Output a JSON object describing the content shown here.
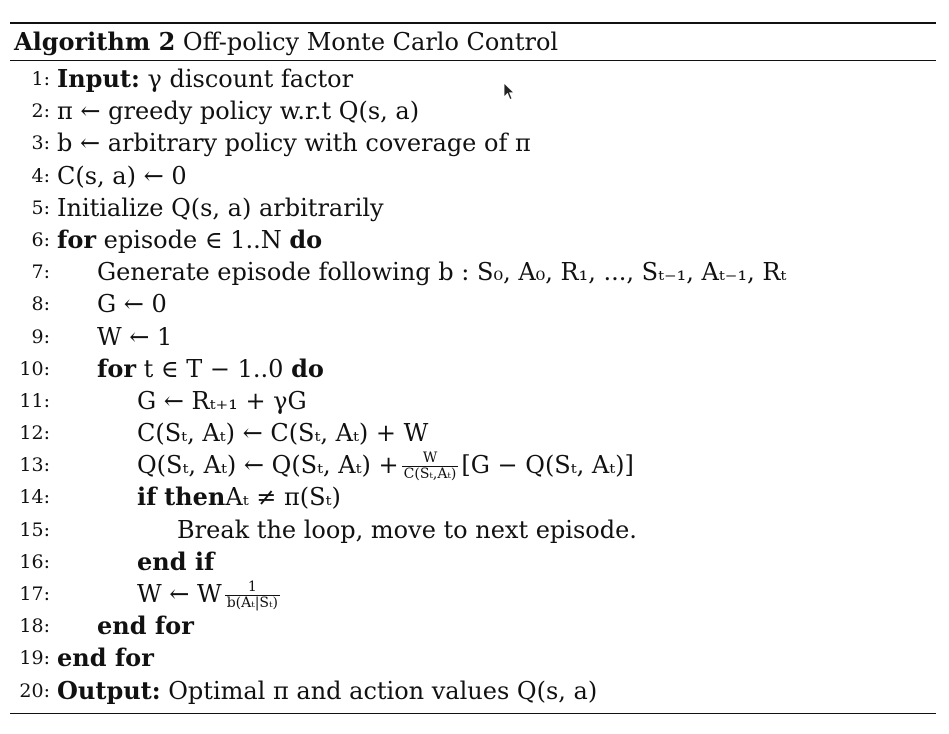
{
  "algorithm": {
    "caption_label": "Algorithm 2",
    "caption_title": "Off-policy Monte Carlo Control",
    "lines": [
      {
        "no": "1:",
        "kw": "Input:",
        "text": " γ discount factor",
        "indent": 0
      },
      {
        "no": "2:",
        "kw": "",
        "text": "π ← greedy policy w.r.t Q(s, a)",
        "indent": 0
      },
      {
        "no": "3:",
        "kw": "",
        "text": "b ← arbitrary policy with coverage of π",
        "indent": 0
      },
      {
        "no": "4:",
        "kw": "",
        "text": "C(s, a) ← 0",
        "indent": 0
      },
      {
        "no": "5:",
        "kw": "",
        "text": "Initialize Q(s, a) arbitrarily",
        "indent": 0
      },
      {
        "no": "6:",
        "kw": "for",
        "text": " episode ∈ 1..N ",
        "kw2": "do",
        "indent": 0
      },
      {
        "no": "7:",
        "kw": "",
        "text": "Generate episode following b : S₀, A₀, R₁, ..., Sₜ₋₁, Aₜ₋₁, Rₜ",
        "indent": 1
      },
      {
        "no": "8:",
        "kw": "",
        "text": "G ← 0",
        "indent": 1
      },
      {
        "no": "9:",
        "kw": "",
        "text": "W ← 1",
        "indent": 1
      },
      {
        "no": "10:",
        "kw": "for",
        "text": " t ∈ T − 1..0 ",
        "kw2": "do",
        "indent": 1
      },
      {
        "no": "11:",
        "kw": "",
        "text": "G ← Rₜ₊₁ + γG",
        "indent": 2
      },
      {
        "no": "12:",
        "kw": "",
        "text": "C(Sₜ, Aₜ) ← C(Sₜ, Aₜ) + W",
        "indent": 2
      },
      {
        "no": "13:",
        "kw": "",
        "text": "Q(Sₜ, Aₜ) ← Q(Sₜ, Aₜ) +",
        "frac_num": "W",
        "frac_den": "C(Sₜ,Aₜ)",
        "text_after": "[G − Q(Sₜ, Aₜ)]",
        "indent": 2
      },
      {
        "no": "14:",
        "kw": "if",
        "text": "  ",
        "kw2": "then",
        "text2": "Aₜ ≠ π(Sₜ)",
        "indent": 2
      },
      {
        "no": "15:",
        "kw": "",
        "text": "Break the loop, move to next episode.",
        "indent": 3
      },
      {
        "no": "16:",
        "kw": "end if",
        "text": "",
        "indent": 2
      },
      {
        "no": "17:",
        "kw": "",
        "text": "W ← W",
        "frac_num": "1",
        "frac_den": "b(Aₜ|Sₜ)",
        "text_after": "",
        "indent": 2
      },
      {
        "no": "18:",
        "kw": "end for",
        "text": "",
        "indent": 1
      },
      {
        "no": "19:",
        "kw": "end for",
        "text": "",
        "indent": 0
      },
      {
        "no": "20:",
        "kw": "Output:",
        "text": " Optimal π and action values Q(s, a)",
        "indent": 0
      }
    ]
  }
}
